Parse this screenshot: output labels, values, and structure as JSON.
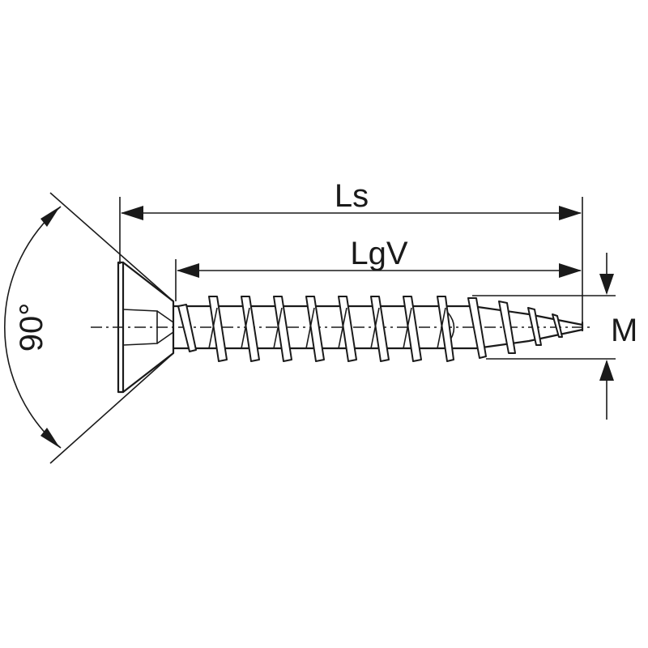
{
  "diagram": {
    "labels": {
      "overall_length": "Ls",
      "thread_length": "LgV",
      "diameter": "M",
      "head_angle": "90°"
    },
    "colors": {
      "line": "#1a1a1a",
      "background": "#ffffff"
    }
  }
}
